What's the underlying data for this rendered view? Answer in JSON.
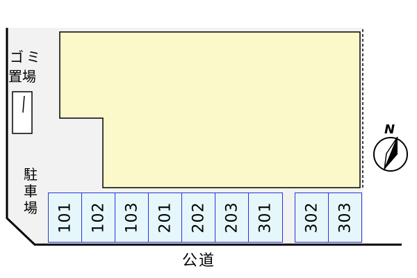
{
  "labels": {
    "garbage_line1": "ゴミ",
    "garbage_line2": "置場",
    "parking_chars": [
      "駐",
      "車",
      "場"
    ],
    "road": "公道",
    "north": "N"
  },
  "parking_spaces": [
    "101",
    "102",
    "103",
    "201",
    "202",
    "203",
    "301",
    "302",
    "303"
  ],
  "colors": {
    "building_fill": "#fbf8c9",
    "lot_fill": "#f2f2f2",
    "parking_fill": "#e6f7fb",
    "parking_border": "#2a2fd6"
  }
}
